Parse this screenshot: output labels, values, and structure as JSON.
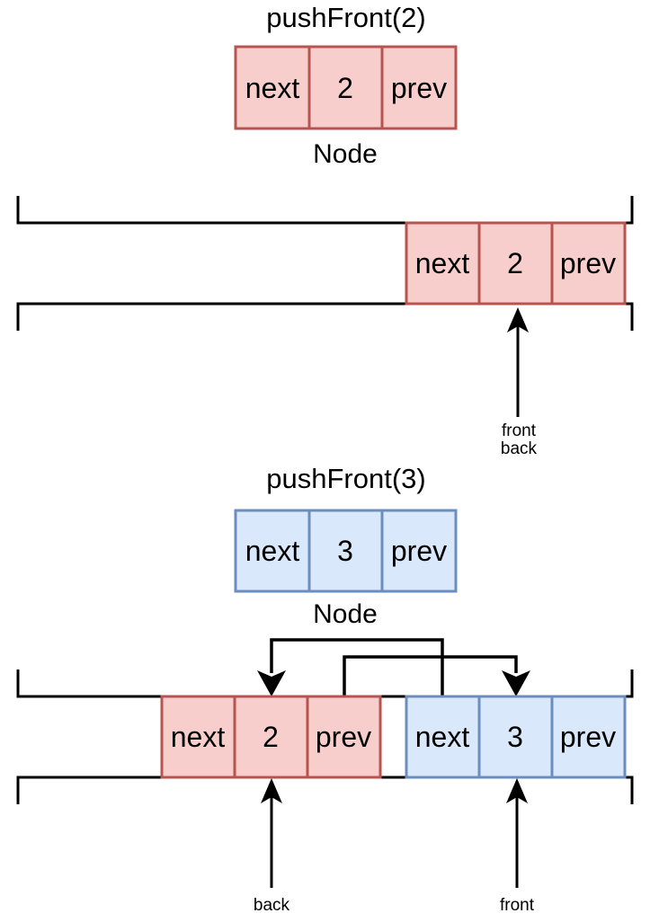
{
  "colors": {
    "red_node_fill": "#F8CECC",
    "red_node_stroke": "#B85450",
    "blue_node_fill": "#DAE8FC",
    "blue_node_stroke": "#6C8EBF",
    "line_color": "#000000",
    "text_color": "#000000"
  },
  "step1": {
    "title": "pushFront(2)",
    "node_caption": "Node",
    "node": {
      "field_next": "next",
      "value": "2",
      "field_prev": "prev"
    },
    "pointer_label_line1": "front",
    "pointer_label_line2": "back"
  },
  "step2": {
    "title": "pushFront(3)",
    "node_caption": "Node",
    "node": {
      "field_next": "next",
      "value": "3",
      "field_prev": "prev"
    },
    "back_pointer_label": "back",
    "front_pointer_label": "front"
  }
}
